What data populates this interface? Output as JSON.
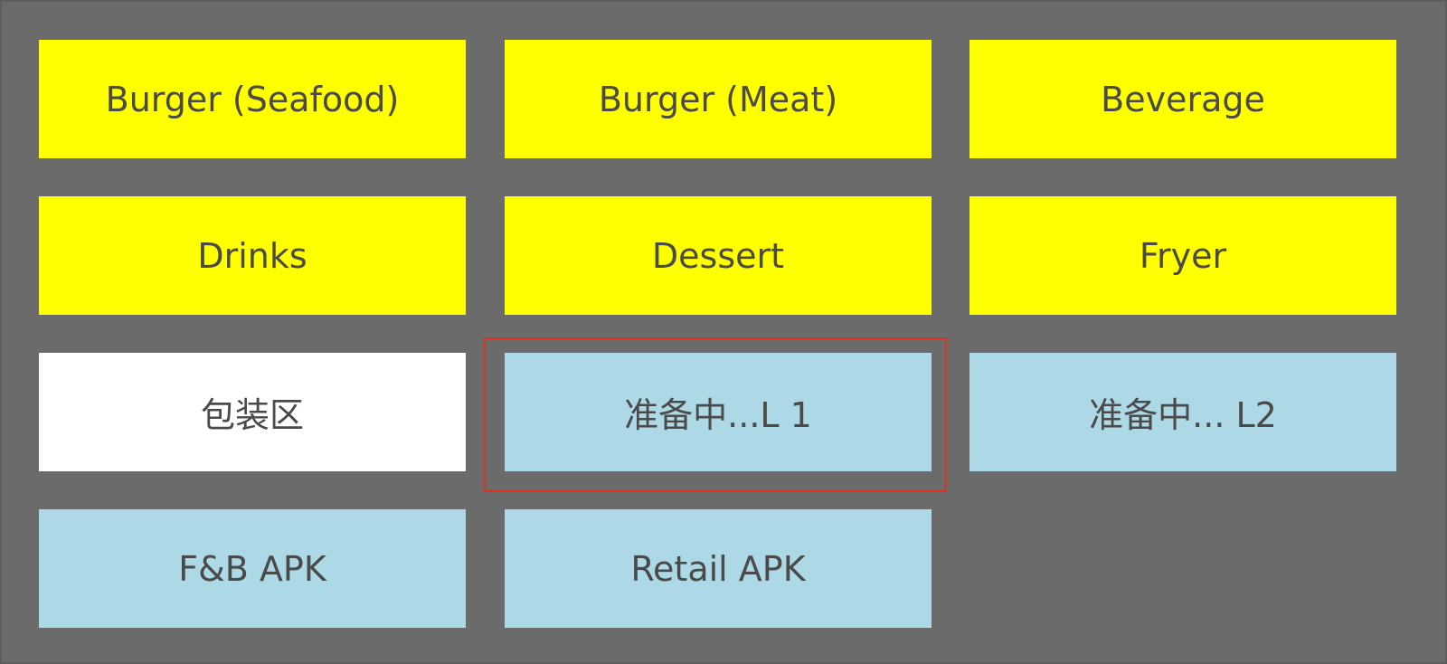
{
  "colors": {
    "background": "#6b6b6b",
    "station_yellow": "#ffff00",
    "station_white": "#ffffff",
    "station_blue": "#add8e6",
    "text": "#4a4a4a",
    "selection": "#e0301e"
  },
  "tiles": [
    {
      "label": "Burger (Seafood)"
    },
    {
      "label": "Burger (Meat)"
    },
    {
      "label": "Beverage"
    },
    {
      "label": "Drinks"
    },
    {
      "label": "Dessert"
    },
    {
      "label": "Fryer"
    },
    {
      "label": "包装区"
    },
    {
      "label": "准备中...L 1",
      "selected": true
    },
    {
      "label": "准备中... L2"
    },
    {
      "label": "F&B APK"
    },
    {
      "label": "Retail APK"
    }
  ]
}
